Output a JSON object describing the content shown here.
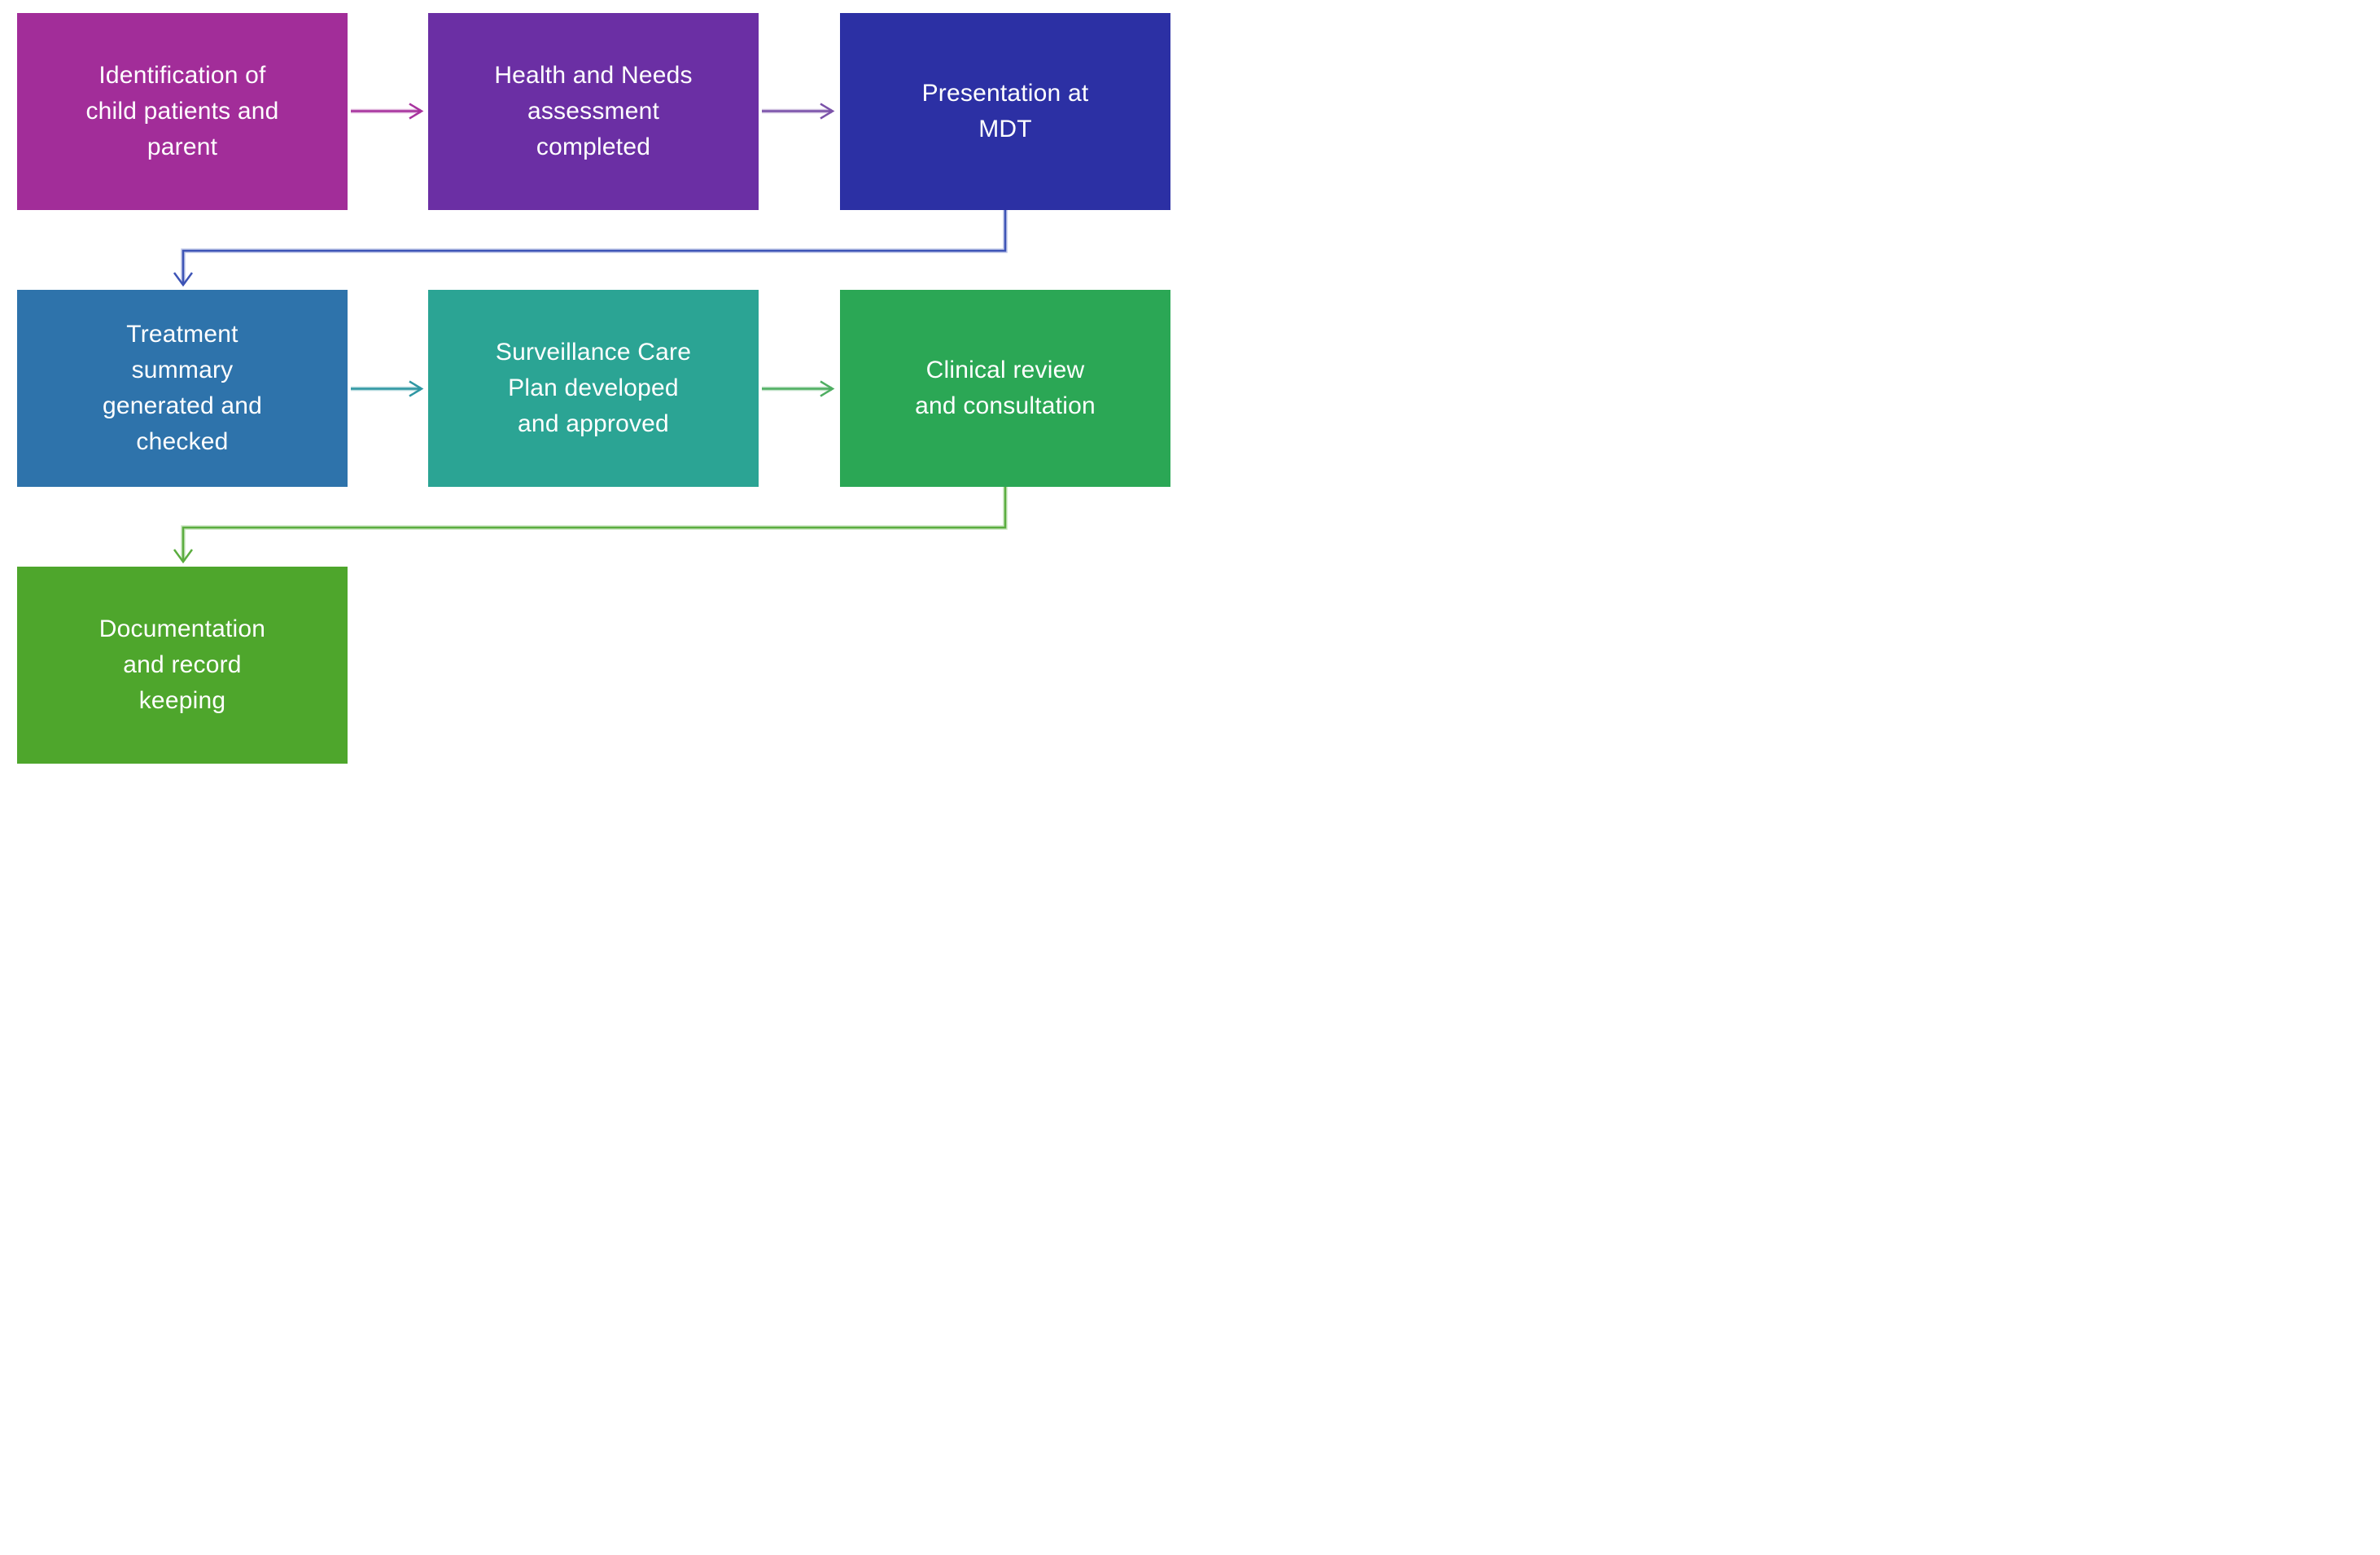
{
  "flowchart": {
    "background_color": "#ffffff",
    "text_color": "#ffffff",
    "boxes": [
      {
        "id": "identification",
        "lines": [
          "Identification of",
          "child patients and",
          "parent"
        ],
        "color": "#A22D99"
      },
      {
        "id": "health-needs",
        "lines": [
          "Health and Needs",
          "assessment",
          "completed"
        ],
        "color": "#6B2FA4"
      },
      {
        "id": "mdt",
        "lines": [
          "Presentation at",
          "MDT"
        ],
        "color": "#2C30A4"
      },
      {
        "id": "treatment",
        "lines": [
          "Treatment",
          "summary",
          "generated and",
          "checked"
        ],
        "color": "#2E73AB"
      },
      {
        "id": "surveillance",
        "lines": [
          "Surveillance Care",
          "Plan developed",
          "and approved"
        ],
        "color": "#2BA494"
      },
      {
        "id": "clinical",
        "lines": [
          "Clinical review",
          "and consultation"
        ],
        "color": "#2BA755"
      },
      {
        "id": "documentation",
        "lines": [
          "Documentation",
          "and record",
          "keeping"
        ],
        "color": "#4EA62C"
      }
    ],
    "connectors": [
      {
        "id": "arrow-1",
        "from": "identification",
        "to": "health-needs",
        "style": "straight",
        "color": "#A8339E"
      },
      {
        "id": "arrow-2",
        "from": "health-needs",
        "to": "mdt",
        "style": "straight",
        "color": "#7B52A9"
      },
      {
        "id": "elbow-1",
        "from": "mdt",
        "to": "treatment",
        "style": "elbow",
        "color": "#3D54B6"
      },
      {
        "id": "arrow-3",
        "from": "treatment",
        "to": "surveillance",
        "style": "straight",
        "color": "#2F97A3"
      },
      {
        "id": "arrow-4",
        "from": "surveillance",
        "to": "clinical",
        "style": "straight",
        "color": "#4FAE62"
      },
      {
        "id": "elbow-2",
        "from": "clinical",
        "to": "documentation",
        "style": "elbow",
        "color": "#5BAD3F"
      }
    ]
  }
}
